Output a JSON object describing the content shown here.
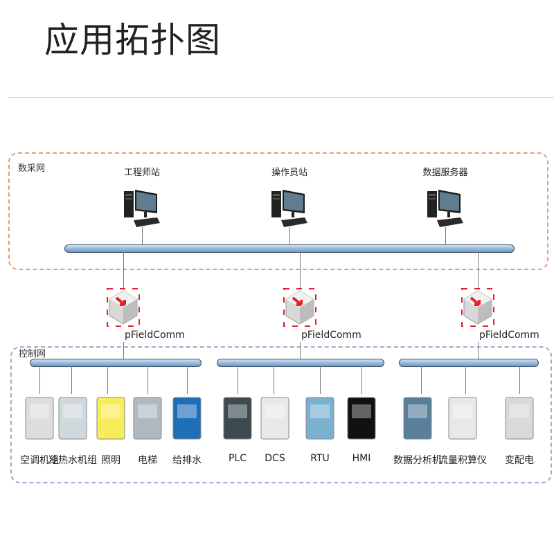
{
  "title": "应用拓扑图",
  "upper_zone": {
    "label": "数采网",
    "stations": [
      {
        "label": "工程师站",
        "icon": "computer-icon"
      },
      {
        "label": "操作员站",
        "icon": "computer-icon"
      },
      {
        "label": "数据服务器",
        "icon": "computer-icon"
      }
    ]
  },
  "gateways": [
    {
      "label": "pFieldComm"
    },
    {
      "label": "pFieldComm"
    },
    {
      "label": "pFieldComm"
    }
  ],
  "lower_zone": {
    "label": "控制网",
    "devices": [
      {
        "label": "空调机组"
      },
      {
        "label": "冷热水机组"
      },
      {
        "label": "照明"
      },
      {
        "label": "电梯"
      },
      {
        "label": "给排水"
      },
      {
        "label": "PLC"
      },
      {
        "label": "DCS"
      },
      {
        "label": "RTU"
      },
      {
        "label": "HMI"
      },
      {
        "label": "数据分析机"
      },
      {
        "label": "流量积算仪"
      },
      {
        "label": "变配电"
      }
    ]
  },
  "colors": {
    "upper_border": "#d9a27a",
    "lower_border": "#9aaed0",
    "gateway_accent": "#e0242a"
  }
}
